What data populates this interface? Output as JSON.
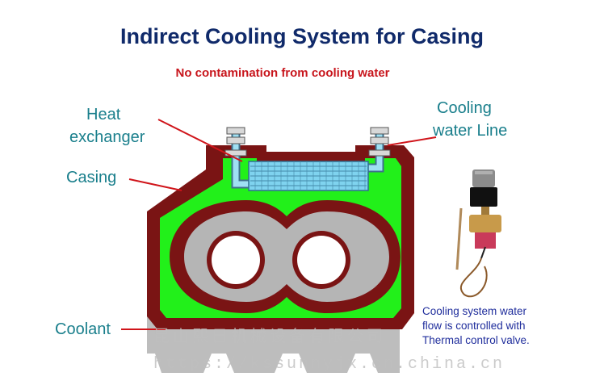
{
  "title": "Indirect Cooling System for Casing",
  "subtitle": "No contamination from cooling water",
  "labels": {
    "heat_exchanger_line1": "Heat",
    "heat_exchanger_line2": "exchanger",
    "casing": "Casing",
    "coolant": "Coolant",
    "cooling_water_line1": "Cooling",
    "cooling_water_line2": "water Line"
  },
  "note": {
    "line1": "Cooling system water",
    "line2": "flow is controlled with",
    "line3": "Thermal control valve."
  },
  "watermark": {
    "line1": "昆山熙日机械设备有限公司",
    "line2": "https://kssunnyjx.cn.china.cn"
  },
  "colors": {
    "title": "#102a6a",
    "subtitle": "#c8161d",
    "label": "#1a7f8c",
    "note": "#1f2d9c",
    "casing": "#7a1414",
    "coolant": "#22f01a",
    "rotor_gray": "#b5b5b5",
    "heat_exchanger": "#7fd3ef",
    "leader_line": "#d0141a"
  }
}
